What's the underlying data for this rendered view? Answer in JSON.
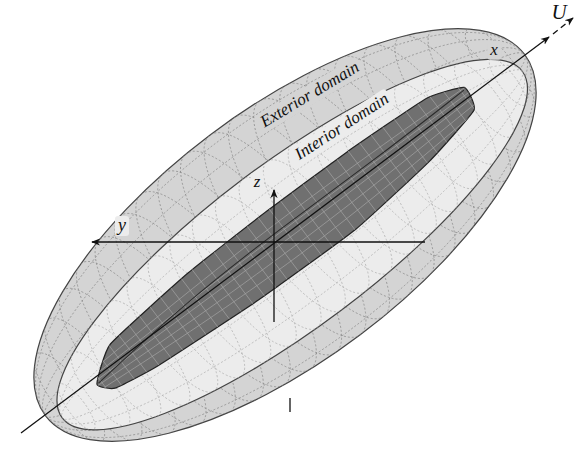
{
  "diagram": {
    "labels": [
      "U",
      "x",
      "y",
      "z",
      "Exterior domain",
      "Interior domain"
    ]
  }
}
